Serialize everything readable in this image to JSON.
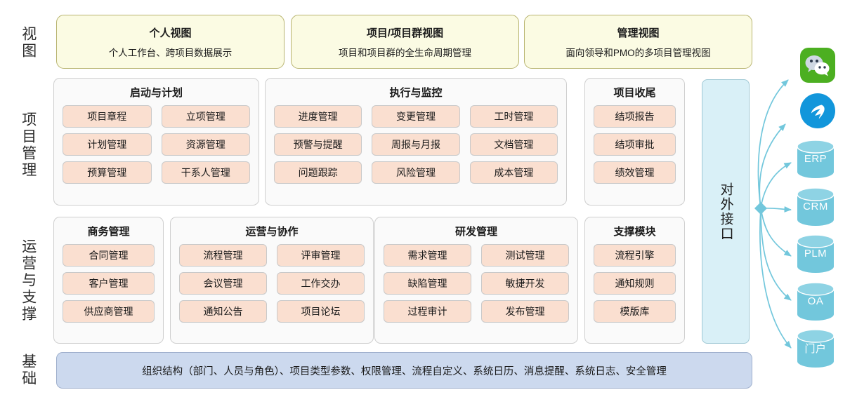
{
  "bands": [
    {
      "id": "view",
      "label": "视图",
      "chars": [
        "视",
        "图"
      ]
    },
    {
      "id": "project",
      "label": "项目管理",
      "chars": [
        "项",
        "目",
        "管",
        "理"
      ]
    },
    {
      "id": "operations",
      "label": "运营与支撑",
      "chars": [
        "运",
        "营",
        "与",
        "支",
        "撑"
      ]
    },
    {
      "id": "foundation",
      "label": "基础",
      "chars": [
        "基",
        "础"
      ]
    }
  ],
  "views": [
    {
      "title": "个人视图",
      "subtitle": "个人工作台、跨项目数据展示"
    },
    {
      "title": "项目/项目群视图",
      "subtitle": "项目和项目群的全生命周期管理"
    },
    {
      "title": "管理视图",
      "subtitle": "面向领导和PMO的多项目管理视图"
    }
  ],
  "project_groups": [
    {
      "title": "启动与计划",
      "columns": 2,
      "modules": [
        "项目章程",
        "立项管理",
        "计划管理",
        "资源管理",
        "预算管理",
        "干系人管理"
      ]
    },
    {
      "title": "执行与监控",
      "columns": 3,
      "modules": [
        "进度管理",
        "变更管理",
        "工时管理",
        "预警与提醒",
        "周报与月报",
        "文档管理",
        "问题跟踪",
        "风险管理",
        "成本管理"
      ]
    },
    {
      "title": "项目收尾",
      "columns": 1,
      "modules": [
        "结项报告",
        "结项审批",
        "绩效管理"
      ]
    }
  ],
  "operation_groups": [
    {
      "title": "商务管理",
      "columns": 1,
      "modules": [
        "合同管理",
        "客户管理",
        "供应商管理"
      ]
    },
    {
      "title": "运营与协作",
      "columns": 2,
      "modules": [
        "流程管理",
        "评审管理",
        "会议管理",
        "工作交办",
        "通知公告",
        "项目论坛"
      ]
    },
    {
      "title": "研发管理",
      "columns": 2,
      "modules": [
        "需求管理",
        "测试管理",
        "缺陷管理",
        "敏捷开发",
        "过程审计",
        "发布管理"
      ]
    },
    {
      "title": "支撑模块",
      "columns": 1,
      "modules": [
        "流程引擎",
        "通知规则",
        "模版库"
      ]
    }
  ],
  "interface": {
    "label": "对外接口"
  },
  "foundation": {
    "text": "组织结构（部门、人员与角色）、项目类型参数、权限管理、流程自定义、系统日历、消息提醒、系统日志、安全管理"
  },
  "external_systems": [
    {
      "kind": "app",
      "name": "wechat-icon",
      "label": "",
      "color": "#4CAF21"
    },
    {
      "kind": "app",
      "name": "dingtalk-icon",
      "label": "",
      "color": "#1296DB"
    },
    {
      "kind": "cylinder",
      "name": "erp-cylinder",
      "label": "ERP",
      "color": "#72C7DC"
    },
    {
      "kind": "cylinder",
      "name": "crm-cylinder",
      "label": "CRM",
      "color": "#72C7DC"
    },
    {
      "kind": "cylinder",
      "name": "plm-cylinder",
      "label": "PLM",
      "color": "#72C7DC"
    },
    {
      "kind": "cylinder",
      "name": "oa-cylinder",
      "label": "OA",
      "color": "#72C7DC"
    },
    {
      "kind": "cylinder",
      "name": "portal-cylinder",
      "label": "门户",
      "color": "#72C7DC"
    }
  ],
  "colors": {
    "view_card_bg": "#FBFBE3",
    "view_card_border": "#B8B470",
    "group_bg": "#FAFAFA",
    "group_border": "#CFCFCF",
    "module_bg": "#FADFD0",
    "module_border": "#C9C9C9",
    "interface_bg": "#D9F0F7",
    "interface_border": "#9FC8D4",
    "foundation_bg": "#CCD9EE",
    "foundation_border": "#9FB0CD",
    "connector": "#72C7DC"
  }
}
